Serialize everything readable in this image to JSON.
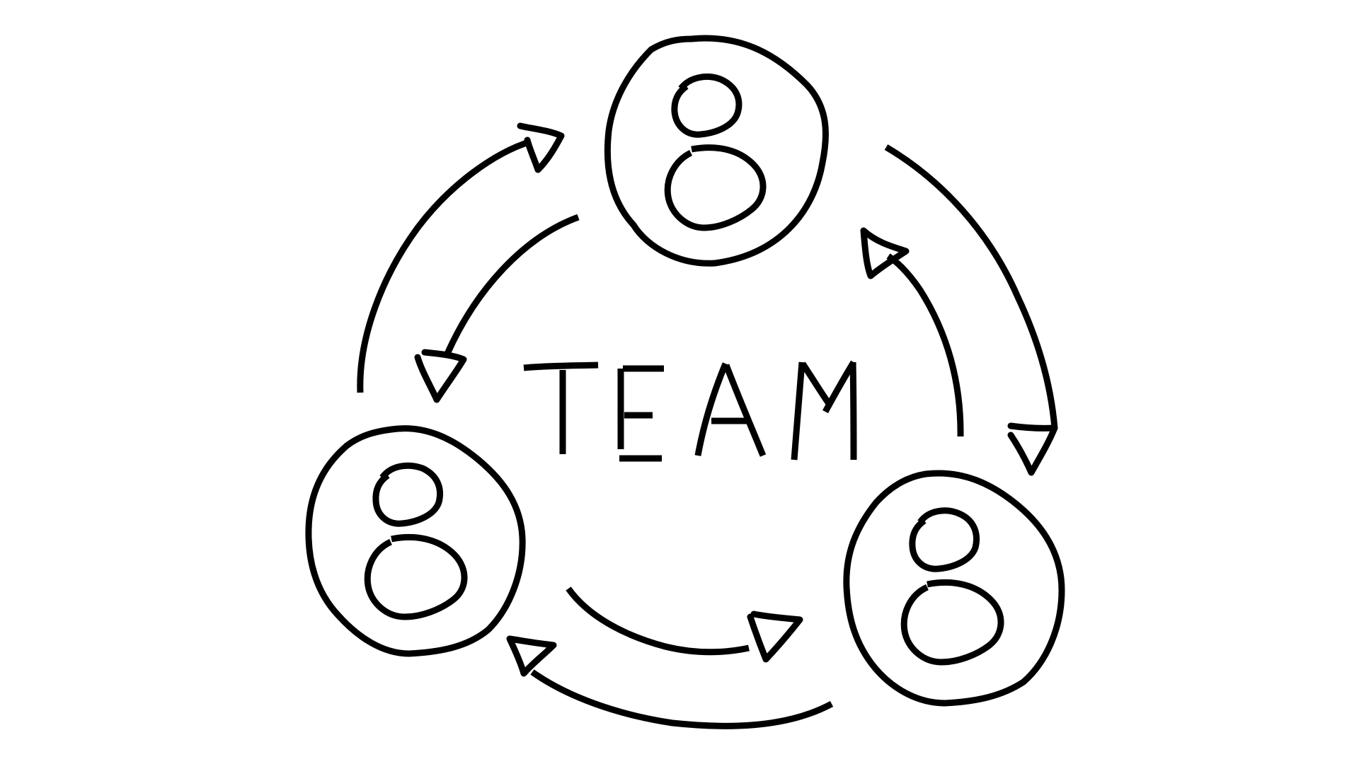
{
  "diagram": {
    "center_label": "TEAM",
    "stroke_color": "#000000",
    "background_color": "#ffffff",
    "nodes": [
      {
        "id": "member-top",
        "icon": "person-icon"
      },
      {
        "id": "member-bottom-left",
        "icon": "person-icon"
      },
      {
        "id": "member-bottom-right",
        "icon": "person-icon"
      }
    ],
    "connections": [
      {
        "from": "member-bottom-left",
        "to": "member-top",
        "icon": "arrow-icon"
      },
      {
        "from": "member-top",
        "to": "member-bottom-left",
        "icon": "arrow-icon"
      },
      {
        "from": "member-top",
        "to": "member-bottom-right",
        "icon": "arrow-icon"
      },
      {
        "from": "member-bottom-right",
        "to": "member-top",
        "icon": "arrow-icon"
      },
      {
        "from": "member-bottom-left",
        "to": "member-bottom-right",
        "icon": "arrow-icon"
      },
      {
        "from": "member-bottom-right",
        "to": "member-bottom-left",
        "icon": "arrow-icon"
      }
    ]
  }
}
